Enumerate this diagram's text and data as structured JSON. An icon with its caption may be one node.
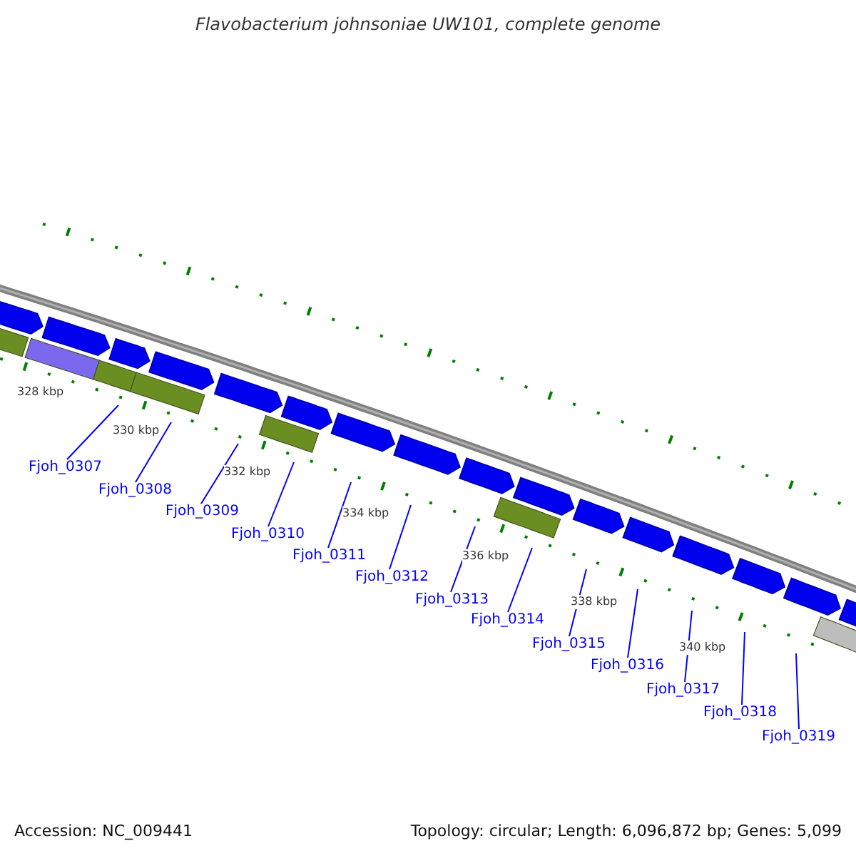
{
  "diagram": {
    "title": "Flavobacterium johnsoniae UW101, complete genome",
    "nodes": [
      {
        "text": [
          "Fjoh_0307"
        ]
      },
      {
        "text": [
          "Fjoh_0308"
        ]
      },
      {
        "text": [
          "Fjoh_0309"
        ]
      },
      {
        "text": [
          "Fjoh_0310"
        ]
      },
      {
        "text": [
          "Fjoh_0311"
        ]
      },
      {
        "text": [
          "Fjoh_0312"
        ]
      },
      {
        "text": [
          "Fjoh_0313"
        ]
      },
      {
        "text": [
          "Fjoh_0314"
        ]
      },
      {
        "text": [
          "Fjoh_0315"
        ]
      },
      {
        "text": [
          "Fjoh_0316"
        ]
      },
      {
        "text": [
          "Fjoh_0317"
        ]
      },
      {
        "text": [
          "Fjoh_0318"
        ]
      },
      {
        "text": [
          "Fjoh_0319"
        ]
      }
    ],
    "edges": [
      {
        "from": 0,
        "to": null,
        "arrow": "none"
      },
      {
        "from": 1,
        "to": null,
        "arrow": "none"
      },
      {
        "from": 2,
        "to": null,
        "arrow": "none"
      },
      {
        "from": 3,
        "to": null,
        "arrow": "none"
      },
      {
        "from": 4,
        "to": null,
        "arrow": "none"
      },
      {
        "from": 5,
        "to": null,
        "arrow": "none"
      },
      {
        "from": 6,
        "to": null,
        "arrow": "none"
      },
      {
        "from": 7,
        "to": null,
        "arrow": "none"
      },
      {
        "from": 8,
        "to": null,
        "arrow": "none"
      },
      {
        "from": 9,
        "to": null,
        "arrow": "none"
      },
      {
        "from": 10,
        "to": null,
        "arrow": "none"
      },
      {
        "from": 11,
        "to": null,
        "arrow": "none"
      },
      {
        "from": 12,
        "to": null,
        "arrow": "none"
      }
    ],
    "labels": [
      "328 kbp",
      "330 kbp",
      "332 kbp",
      "334 kbp",
      "336 kbp",
      "338 kbp",
      "340 kbp",
      "Accession: NC_009441",
      "Topology: circular; Length: 6,096,872 bp; Genes: 5,099"
    ]
  }
}
